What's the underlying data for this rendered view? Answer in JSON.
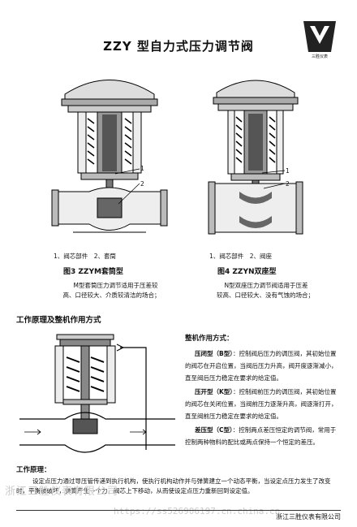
{
  "header": {
    "title": "ZZY 型自力式压力调节阀",
    "logo_text": "三胜仪表"
  },
  "fig_left": {
    "callout1": "1",
    "callout2": "2",
    "parts": "1、阀芯部件　2、套筒",
    "caption": "图3 ZZYM套筒型",
    "desc_line1": "M型套筒压力调节适用于压差较",
    "desc_line2": "高、口径较大、介质较清洁的场合；"
  },
  "fig_right": {
    "callout1": "1",
    "callout2": "2",
    "parts": "1、阀芯部件　2、阀座",
    "caption": "图4 ZZYN双座型",
    "desc_line1": "N型双座压力调节阀适用于压差",
    "desc_line2": "较高、口径较大、没有气蚀的场合；"
  },
  "section_title": "工作原理及整机作用方式",
  "right_panel": {
    "title": "整机作用方式：",
    "p1_label": "压闭型（B型）",
    "p1_text": "：控制阀后压力的调压阀，其初始位置的阀芯在开启位置，当阀后压力升高，阀开度逐渐减小，直至阀后压力稳定在要求的给定值。",
    "p2_label": "压开型（K型）",
    "p2_text": "：控制阀前压力的调压阀，其初始位置的阀芯在关闭位置，当阀前压力逐渐升高，阀逐渐打开，直至阀前压力稳定在要求的给定值。",
    "p3_label": "差压型（C型）",
    "p3_text": "：控制两点差压恒定的调节阀，常用于控制两种物料的配比或两点保持一个恒定的差压。"
  },
  "working": {
    "title": "工作原理：",
    "text": "设定点压力通过导压管传递到执行机构，使执行机构动作并与弹簧建立一个动态平衡，当设定点压力发生了改变时，平衡被破坏，弹簧产生一个力，阀芯上下移动，从而使设定点压力重新回到设定值。"
  },
  "footer": {
    "company": "浙江三胜仪表有限公司"
  },
  "watermark": {
    "text1": "浙江三胜仪表有限公司",
    "text2": "https://ss526906197.cn.china.cn"
  }
}
